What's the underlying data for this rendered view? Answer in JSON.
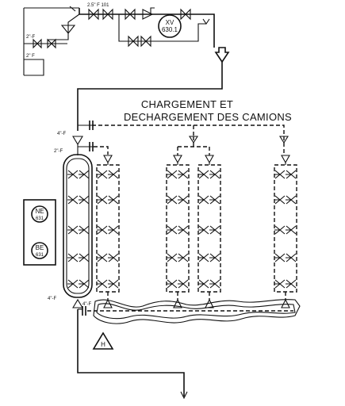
{
  "title_line1": "CHARGEMENT ET",
  "title_line2": "DECHARGEMENT DES CAMIONS",
  "valve_xv_line1": "XV",
  "valve_xv_line2": "630.1",
  "instrument_ne_line1": "NE",
  "instrument_ne_line2": "631",
  "instrument_be_line1": "BE",
  "instrument_be_line2": "631",
  "pipe_size_1": "4\"-F",
  "pipe_size_2": "2\"-F",
  "pipe_size_3": "4\"-F",
  "pipe_size_4": "4\"-F",
  "top_label": "2\"-F",
  "hazard_letter": "H"
}
